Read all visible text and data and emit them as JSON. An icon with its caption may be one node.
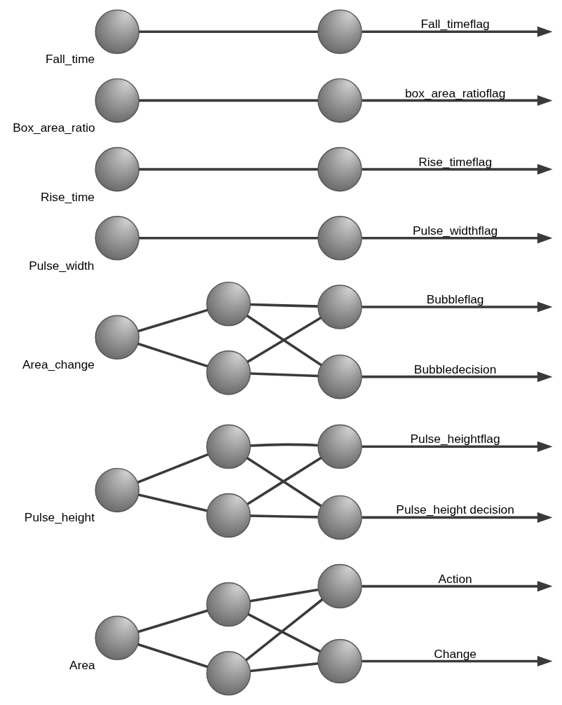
{
  "diagram": {
    "nodes": [
      {
        "text": [],
        "shape": "circle",
        "beside": [
          "Area"
        ]
      },
      {
        "text": [],
        "shape": "circle"
      },
      {
        "text": [],
        "shape": "circle"
      },
      {
        "text": [],
        "shape": "circle"
      },
      {
        "text": [],
        "shape": "circle"
      },
      {
        "text": [],
        "shape": "circle",
        "beside": [
          "Pulse_height"
        ]
      },
      {
        "text": [],
        "shape": "circle"
      },
      {
        "text": [],
        "shape": "circle"
      },
      {
        "text": [],
        "shape": "circle"
      },
      {
        "text": [],
        "shape": "circle"
      },
      {
        "text": [],
        "shape": "circle",
        "beside": [
          "Area_change"
        ]
      },
      {
        "text": [],
        "shape": "circle"
      },
      {
        "text": [],
        "shape": "circle"
      },
      {
        "text": [],
        "shape": "circle"
      },
      {
        "text": [],
        "shape": "circle"
      },
      {
        "text": [],
        "shape": "circle",
        "beside": [
          "Pulse_width"
        ]
      },
      {
        "text": [],
        "shape": "circle"
      },
      {
        "text": [],
        "shape": "circle",
        "beside": [
          "Rise_time"
        ]
      },
      {
        "text": [],
        "shape": "circle"
      },
      {
        "text": [],
        "shape": "circle",
        "beside": [
          "Box_area_ratio"
        ]
      },
      {
        "text": [],
        "shape": "circle"
      },
      {
        "text": [],
        "shape": "circle",
        "beside": [
          "Fall_time"
        ]
      },
      {
        "text": [],
        "shape": "circle"
      }
    ],
    "edges": [
      {
        "from": 0,
        "to": 1,
        "arrow": "none"
      },
      {
        "from": 0,
        "to": 2,
        "arrow": "none"
      },
      {
        "from": 1,
        "to": 3,
        "arrow": "none"
      },
      {
        "from": 1,
        "to": 4,
        "arrow": "none"
      },
      {
        "from": 2,
        "to": 3,
        "arrow": "none"
      },
      {
        "from": 2,
        "to": 4,
        "arrow": "none"
      },
      {
        "from": 3,
        "to": null,
        "arrow": "to",
        "label": "Action"
      },
      {
        "from": 4,
        "to": null,
        "arrow": "to",
        "label": "Change"
      },
      {
        "from": 5,
        "to": 6,
        "arrow": "none"
      },
      {
        "from": 5,
        "to": 7,
        "arrow": "none"
      },
      {
        "from": 6,
        "to": 8,
        "arrow": "none"
      },
      {
        "from": 6,
        "to": 9,
        "arrow": "none"
      },
      {
        "from": 7,
        "to": 8,
        "arrow": "none"
      },
      {
        "from": 7,
        "to": 9,
        "arrow": "none"
      },
      {
        "from": 8,
        "to": null,
        "arrow": "to",
        "label": "Pulse_heightflag"
      },
      {
        "from": 9,
        "to": null,
        "arrow": "to",
        "label": "Pulse_height decision"
      },
      {
        "from": 10,
        "to": 11,
        "arrow": "none"
      },
      {
        "from": 10,
        "to": 12,
        "arrow": "none"
      },
      {
        "from": 11,
        "to": 13,
        "arrow": "none"
      },
      {
        "from": 11,
        "to": 14,
        "arrow": "none"
      },
      {
        "from": 12,
        "to": 13,
        "arrow": "none"
      },
      {
        "from": 12,
        "to": 14,
        "arrow": "none"
      },
      {
        "from": 13,
        "to": null,
        "arrow": "to",
        "label": "Bubbleflag"
      },
      {
        "from": 14,
        "to": null,
        "arrow": "to",
        "label": "Bubbledecision"
      },
      {
        "from": 15,
        "to": 16,
        "arrow": "none"
      },
      {
        "from": 16,
        "to": null,
        "arrow": "to",
        "label": "Pulse_widthflag"
      },
      {
        "from": 17,
        "to": 18,
        "arrow": "none"
      },
      {
        "from": 18,
        "to": null,
        "arrow": "to",
        "label": "Rise_timeflag"
      },
      {
        "from": 19,
        "to": 20,
        "arrow": "none"
      },
      {
        "from": 20,
        "to": null,
        "arrow": "to",
        "label": "box_area_ratioflag"
      },
      {
        "from": 21,
        "to": 22,
        "arrow": "none"
      },
      {
        "from": 22,
        "to": null,
        "arrow": "to",
        "label": "Fall_timeflag"
      }
    ]
  }
}
